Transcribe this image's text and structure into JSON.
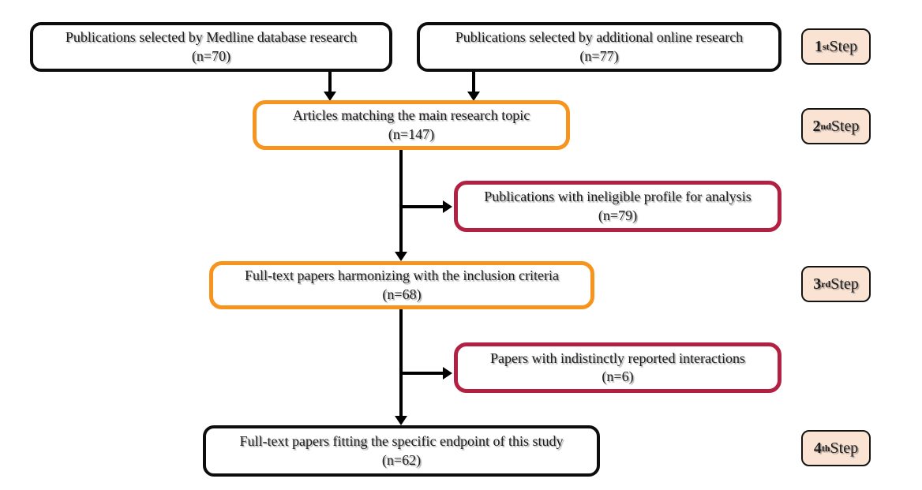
{
  "colors": {
    "box_border_black": "#0d0d0d",
    "box_border_orange": "#F7941D",
    "box_border_crimson": "#B22142",
    "step_fill": "#FAE3D3",
    "step_border": "#141414",
    "arrow": "#000000",
    "background": "#ffffff"
  },
  "boxes": {
    "medline": {
      "line1": "Publications selected by Medline database research",
      "line2": "(n=70)"
    },
    "online": {
      "line1": "Publications selected by additional online research",
      "line2": "(n=77)"
    },
    "topic": {
      "line1": "Articles matching the main research topic",
      "line2": "(n=147)"
    },
    "ineligible": {
      "line1": "Publications with ineligible profile for analysis",
      "line2": "(n=79)"
    },
    "inclusion": {
      "line1": "Full-text papers harmonizing with the inclusion criteria",
      "line2": "(n=68)"
    },
    "indistinct": {
      "line1": "Papers with indistinctly reported interactions",
      "line2": "(n=6)"
    },
    "endpoint": {
      "line1": "Full-text papers fitting the specific endpoint of this study",
      "line2": "(n=62)"
    }
  },
  "steps": [
    {
      "number": "1",
      "suffix": "st",
      "word": " Step"
    },
    {
      "number": "2",
      "suffix": "nd",
      "word": " Step"
    },
    {
      "number": "3",
      "suffix": "rd",
      "word": " Step"
    },
    {
      "number": "4",
      "suffix": "th",
      "word": " Step"
    }
  ]
}
